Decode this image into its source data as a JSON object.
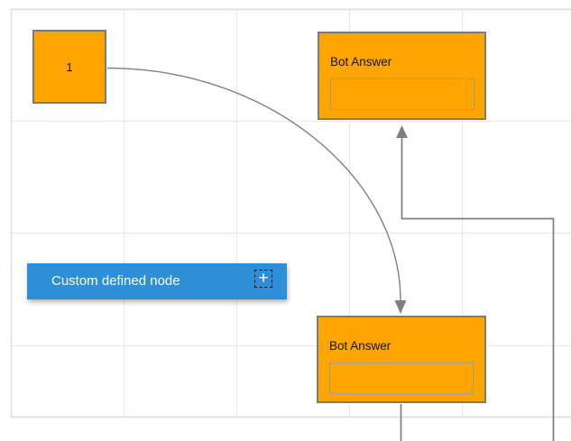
{
  "canvas": {
    "grid_color": "#e8e8e8",
    "border_color": "#dcdcdc",
    "background": "#ffffff"
  },
  "nodes": {
    "source": {
      "label": "1",
      "fill": "#FFA500",
      "border": "#7b7b7b"
    },
    "bot_answer_top": {
      "title": "Bot Answer",
      "fill": "#FFA500",
      "border": "#7b7b7b"
    },
    "bot_answer_bottom": {
      "title": "Bot Answer",
      "fill": "#FFA500",
      "border": "#7b7b7b"
    },
    "custom": {
      "label": "Custom defined node",
      "fill": "#2E8ED6",
      "text_color": "#ffffff",
      "add_icon_glyph": "+"
    }
  },
  "connectors": {
    "curved": {
      "from": "source",
      "to": "bot_answer_bottom",
      "color": "#7f7f7f"
    },
    "orthogonal": {
      "from": "bot_answer_bottom",
      "to": "bot_answer_top",
      "color": "#7f7f7f"
    }
  }
}
